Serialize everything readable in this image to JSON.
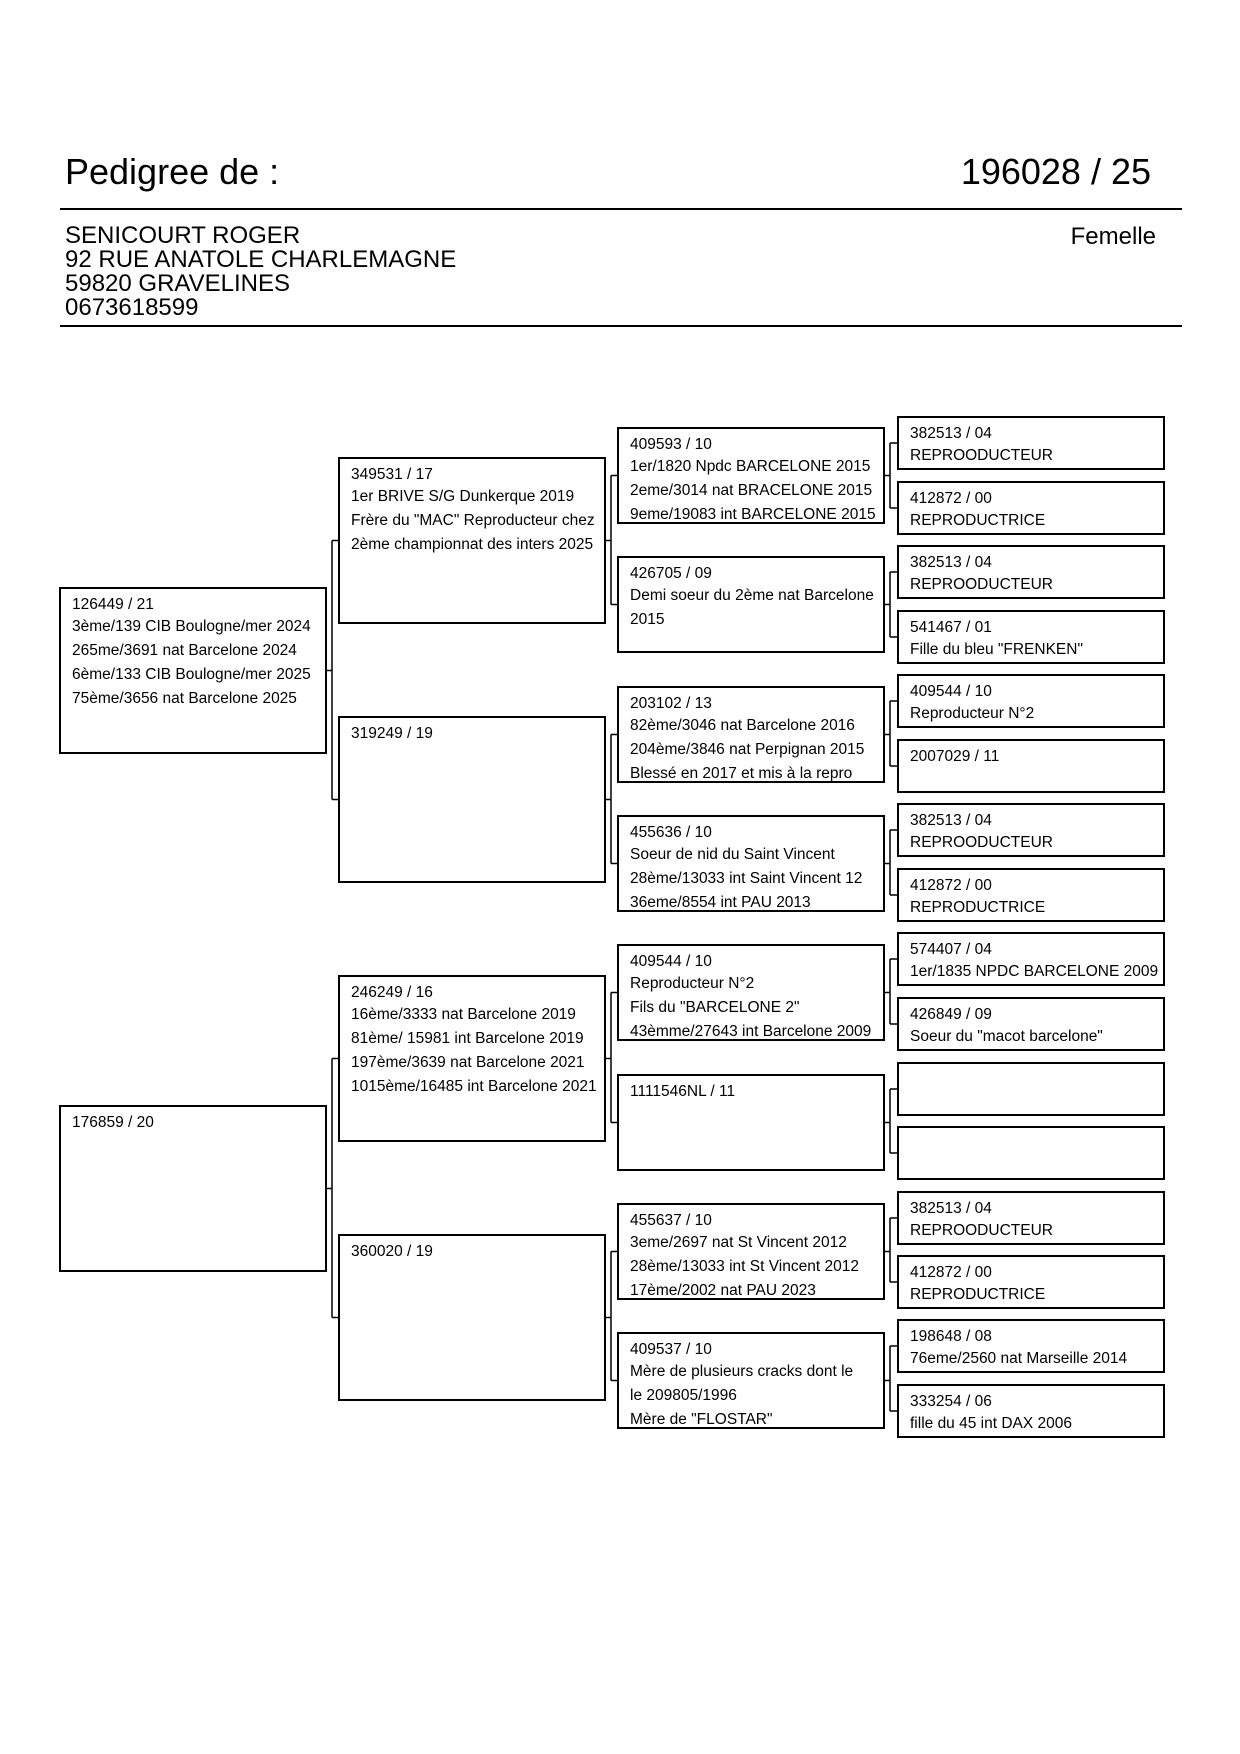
{
  "header": {
    "title": "Pedigree de :",
    "ring_number": "196028 / 25",
    "owner_lines": [
      "SENICOURT ROGER",
      "92 RUE ANATOLE CHARLEMAGNE",
      "59820 GRAVELINES",
      "0673618599"
    ],
    "sex": "Femelle"
  },
  "pedigree": {
    "parents": [
      {
        "ring": "126449 / 21",
        "notes": [
          "3ème/139 CIB Boulogne/mer 2024",
          "265me/3691 nat Barcelone 2024",
          "6ème/133 CIB Boulogne/mer 2025",
          "75ème/3656 nat Barcelone 2025"
        ]
      },
      {
        "ring": "176859 / 20",
        "notes": []
      }
    ],
    "grandparents": [
      {
        "ring": "349531 / 17",
        "notes": [
          "1er BRIVE S/G Dunkerque 2019",
          "Frère du \"MAC\" Reproducteur chez",
          "2ème championnat des inters 2025"
        ]
      },
      {
        "ring": "319249 / 19",
        "notes": []
      },
      {
        "ring": "246249 / 16",
        "notes": [
          "16ème/3333 nat Barcelone 2019",
          "81ème/ 15981 int Barcelone 2019",
          "197ème/3639 nat Barcelone 2021",
          "1015ème/16485 int Barcelone 2021"
        ]
      },
      {
        "ring": "360020 / 19",
        "notes": []
      }
    ],
    "great_grandparents": [
      {
        "ring": "409593 / 10",
        "notes": [
          "1er/1820 Npdc BARCELONE 2015",
          "2eme/3014 nat BRACELONE 2015",
          "9eme/19083 int BARCELONE 2015"
        ]
      },
      {
        "ring": "426705 / 09",
        "notes": [
          "Demi soeur du 2ème nat Barcelone",
          "2015"
        ]
      },
      {
        "ring": "203102 / 13",
        "notes": [
          "82ème/3046 nat Barcelone 2016",
          "204ème/3846 nat Perpignan 2015",
          "Blessé en 2017 et mis à la repro"
        ]
      },
      {
        "ring": "455636 / 10",
        "notes": [
          "Soeur de nid du Saint Vincent",
          "28ème/13033 int Saint Vincent 12",
          "36eme/8554 int PAU 2013"
        ]
      },
      {
        "ring": "409544 / 10",
        "notes": [
          "Reproducteur N°2",
          "Fils du \"BARCELONE 2\"",
          "43èmme/27643 int Barcelone 2009"
        ]
      },
      {
        "ring": "1111546NL / 11",
        "notes": []
      },
      {
        "ring": "455637 / 10",
        "notes": [
          "3eme/2697 nat St Vincent 2012",
          "28ème/13033 int St Vincent 2012",
          "17ème/2002 nat PAU 2023"
        ]
      },
      {
        "ring": "409537 / 10",
        "notes": [
          "Mère de plusieurs cracks dont le",
          "le 209805/1996",
          "Mère de \"FLOSTAR\""
        ]
      }
    ],
    "great_great_grandparents": [
      {
        "ring": "382513 / 04",
        "notes": [
          "REPROODUCTEUR"
        ]
      },
      {
        "ring": "412872 / 00",
        "notes": [
          "REPRODUCTRICE"
        ]
      },
      {
        "ring": "382513 / 04",
        "notes": [
          "REPROODUCTEUR"
        ]
      },
      {
        "ring": "541467 / 01",
        "notes": [
          "Fille du bleu \"FRENKEN\""
        ]
      },
      {
        "ring": "409544 / 10",
        "notes": [
          "Reproducteur N°2"
        ]
      },
      {
        "ring": "2007029 / 11",
        "notes": []
      },
      {
        "ring": "382513 / 04",
        "notes": [
          "REPROODUCTEUR"
        ]
      },
      {
        "ring": "412872 / 00",
        "notes": [
          "REPRODUCTRICE"
        ]
      },
      {
        "ring": "574407 / 04",
        "notes": [
          "1er/1835 NPDC BARCELONE 2009"
        ]
      },
      {
        "ring": "426849 / 09",
        "notes": [
          "Soeur du \"macot barcelone\""
        ]
      },
      {
        "ring": "",
        "notes": []
      },
      {
        "ring": "",
        "notes": []
      },
      {
        "ring": "382513 / 04",
        "notes": [
          "REPROODUCTEUR"
        ]
      },
      {
        "ring": "412872 / 00",
        "notes": [
          "REPRODUCTRICE"
        ]
      },
      {
        "ring": "198648 / 08",
        "notes": [
          "76eme/2560 nat Marseille 2014"
        ]
      },
      {
        "ring": "333254 / 06",
        "notes": [
          "fille du 45 int DAX 2006"
        ]
      }
    ]
  }
}
